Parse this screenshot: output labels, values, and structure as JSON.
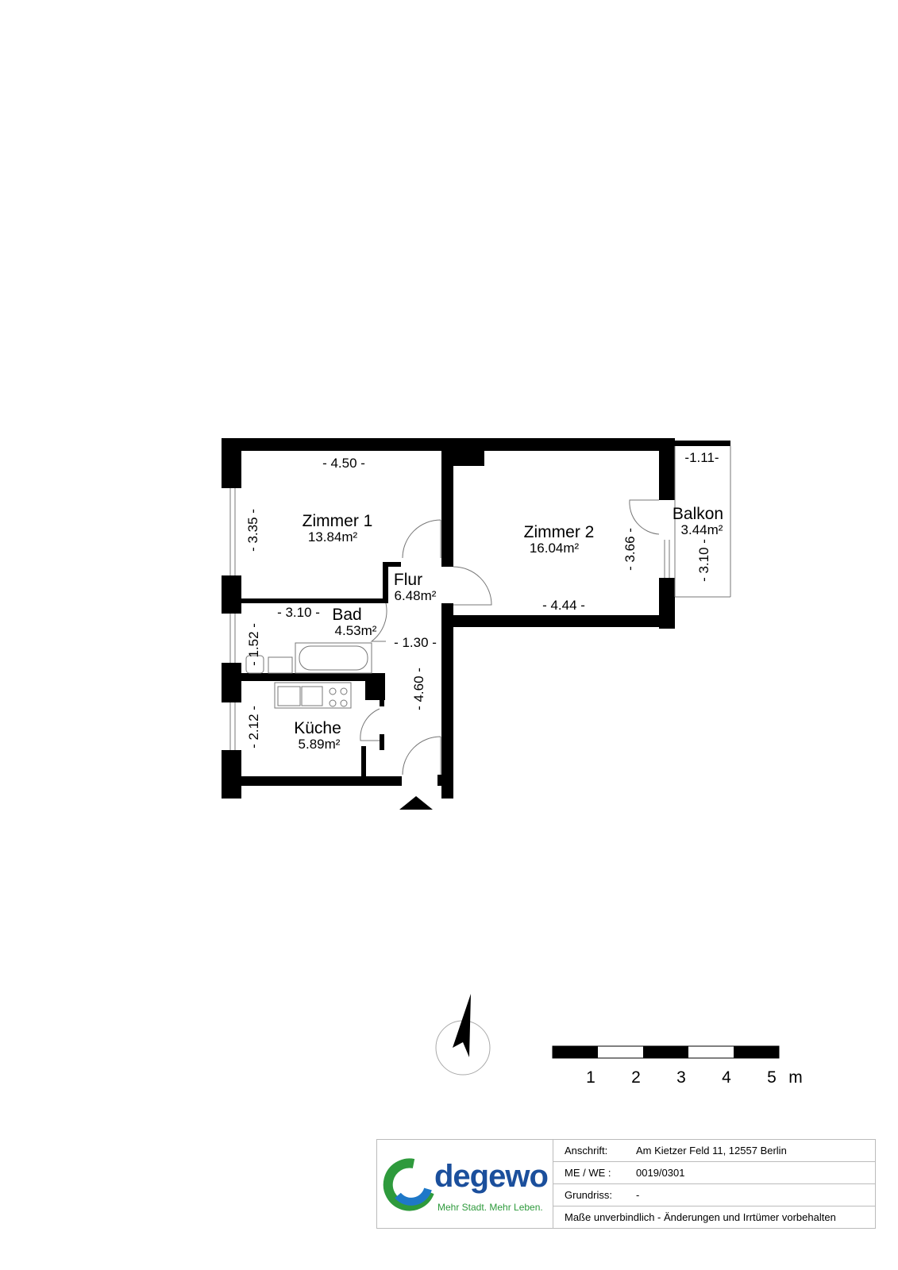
{
  "rooms": [
    {
      "name": "Zimmer 1",
      "area": "13.84m²"
    },
    {
      "name": "Zimmer 2",
      "area": "16.04m²"
    },
    {
      "name": "Balkon",
      "area": "3.44m²"
    },
    {
      "name": "Flur",
      "area": "6.48m²"
    },
    {
      "name": "Bad",
      "area": "4.53m²"
    },
    {
      "name": "Küche",
      "area": "5.89m²"
    }
  ],
  "dimensions": {
    "z1_w": "- 4.50 -",
    "z1_h": "- 3.35 -",
    "z2_w": "- 4.44 -",
    "z2_h": "- 3.66 -",
    "balkon_w": "-1.11-",
    "balkon_h": "- 3.10 -",
    "bad_w": "- 3.10 -",
    "bad_h": "- 1.52 -",
    "flur_w": "- 1.30 -",
    "flur_h": "- 4.60 -",
    "kueche_h": "- 2.12 -"
  },
  "scale": {
    "labels": [
      "1",
      "2",
      "3",
      "4",
      "5"
    ],
    "unit": "m"
  },
  "info": {
    "address_label": "Anschrift:",
    "address": "Am Kietzer Feld 11, 12557  Berlin",
    "unit_label": "ME / WE :",
    "unit": "0019/0301",
    "plan_label": "Grundriss:",
    "plan": "-",
    "disclaimer": "Maße unverbindlich - Änderungen und Irrtümer vorbehalten"
  },
  "logo": {
    "brand": "degewo",
    "slogan": "Mehr Stadt. Mehr Leben."
  }
}
